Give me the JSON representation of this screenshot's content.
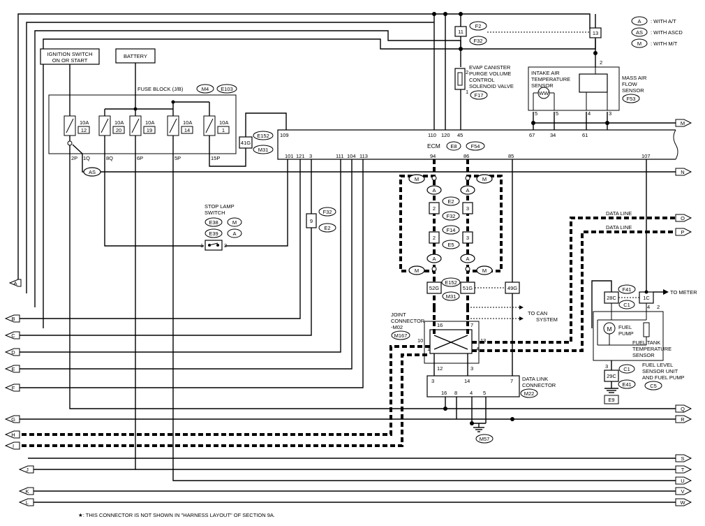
{
  "legend": [
    {
      "code": "A",
      "text": ": WITH A/T"
    },
    {
      "code": "AS",
      "text": ": WITH ASCD"
    },
    {
      "code": "M",
      "text": ": WITH M/T"
    }
  ],
  "components": {
    "ignition_switch": [
      "IGNITION SWITCH",
      "ON OR START"
    ],
    "battery": "BATTERY",
    "fuse_block": "FUSE BLOCK (J/B)",
    "fuse_block_codes": [
      "M4",
      "E103"
    ],
    "fuses": [
      {
        "rating": "10A",
        "num": "12"
      },
      {
        "rating": "10A",
        "num": "20"
      },
      {
        "rating": "10A",
        "num": "19"
      },
      {
        "rating": "10A",
        "num": "14"
      },
      {
        "rating": "10A",
        "num": "1"
      }
    ],
    "fuse_pins": [
      "2P",
      "1Q",
      "8Q",
      "6P",
      "5P",
      "15P"
    ],
    "jb_connector": "41G",
    "jb_codes": [
      "E152",
      "M31"
    ],
    "stop_lamp": [
      "STOP LAMP",
      "SWITCH"
    ],
    "stop_lamp_codes": [
      "E38",
      "M",
      "E39",
      "A"
    ],
    "stop_lamp_pins": [
      "1",
      "2"
    ],
    "conn9": "9",
    "conn9_codes": [
      "F32",
      "E2"
    ],
    "evap": [
      "EVAP CANISTER",
      "PURGE VOLUME",
      "CONTROL",
      "SOLENOID VALVE"
    ],
    "evap_code": "F17",
    "evap_pins": [
      "2",
      "1"
    ],
    "conn11": "11",
    "conn11_codes": [
      "F2",
      "F32"
    ],
    "conn13": "13",
    "iat": [
      "INTAKE AIR",
      "TEMPERATURE",
      "SENSOR"
    ],
    "maf": [
      "MASS AIR",
      "FLOW",
      "SENSOR"
    ],
    "maf_code": "F53",
    "maf_pins": [
      "2",
      "5",
      "5",
      "4",
      "3"
    ],
    "ecm": "ECM",
    "ecm_codes": [
      "E8",
      "F54"
    ],
    "ecm_top_pins": [
      "109",
      "110",
      "120",
      "45",
      "67",
      "34",
      "61"
    ],
    "ecm_bottom_pins": [
      "101",
      "121",
      "3",
      "111",
      "104",
      "113",
      "94",
      "86",
      "85",
      "107"
    ],
    "mid_codes": [
      "M",
      "A",
      "E2",
      "F32",
      "F14",
      "E5",
      "A",
      "M"
    ],
    "mid_pins": [
      "2",
      "3",
      "2",
      "3"
    ],
    "jc_codes": [
      "E152",
      "M31"
    ],
    "jc_pins": [
      "52G",
      "51G",
      "49G"
    ],
    "data_line": "DATA LINE",
    "to_can": [
      "TO CAN",
      "SYSTEM"
    ],
    "joint": [
      "JOINT",
      "CONNECTOR",
      "-M02"
    ],
    "joint_code": "M167",
    "joint_pins": [
      "16",
      "7",
      "10",
      "1",
      "13",
      "4",
      "12",
      "3"
    ],
    "dlc": [
      "DATA LINK",
      "CONNECTOR"
    ],
    "dlc_code": "M22",
    "dlc_pins": [
      "3",
      "14",
      "7",
      "16",
      "8",
      "4",
      "5"
    ],
    "ground": "M57",
    "to_meter": "TO METER",
    "fuel_pins": [
      "28C",
      "1C",
      "4",
      "2"
    ],
    "fuel_codes": [
      "F41",
      "C1"
    ],
    "fuel_pump": [
      "FUEL",
      "PUMP"
    ],
    "fuel_temp": [
      "FUEL TANK",
      "TEMPERATURE",
      "SENSOR"
    ],
    "fuel_level": [
      "FUEL LEVEL",
      "SENSOR UNIT",
      "AND FUEL PUMP"
    ],
    "fuel_level_code": "C5",
    "fuel_bottom": [
      "3",
      "29C",
      "C1",
      "E41"
    ],
    "e9": "E9",
    "as_tag": "AS"
  },
  "left_arrows": [
    "A",
    "B",
    "C",
    "D",
    "E",
    "F",
    "G",
    "H",
    "I",
    "J",
    "K",
    "L"
  ],
  "right_arrows": [
    "M",
    "N",
    "O",
    "P",
    "Q",
    "R",
    "S",
    "T",
    "U",
    "V",
    "W"
  ],
  "footnote": "★: THIS CONNECTOR IS NOT SHOWN IN \"HARNESS LAYOUT\" OF SECTION 9A."
}
